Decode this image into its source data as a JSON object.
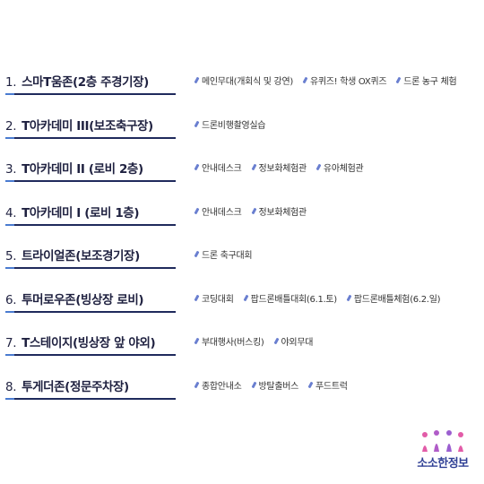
{
  "zones": [
    {
      "number": "1.",
      "title": "스마T움존(2층 주경기장)",
      "activities": [
        "메인무대(개회식 및 강연)",
        "유퀴즈! 학생 OX퀴즈",
        "드론 농구 체험"
      ]
    },
    {
      "number": "2.",
      "title": "T아카데미 III(보조축구장)",
      "activities": [
        "드론비행촬영실습"
      ]
    },
    {
      "number": "3.",
      "title": "T아카데미 II (로비 2층)",
      "activities": [
        "안내데스크",
        "정보화체험관",
        "유아체험관"
      ]
    },
    {
      "number": "4.",
      "title": "T아카데미 I (로비 1층)",
      "activities": [
        "안내데스크",
        "정보화체험관"
      ]
    },
    {
      "number": "5.",
      "title": "트라이얼존(보조경기장)",
      "activities": [
        "드론 축구대회"
      ]
    },
    {
      "number": "6.",
      "title": "투머로우존(빙상장 로비)",
      "activities": [
        "코딩대회",
        "팝드론배틀대회(6.1.토)",
        "팝드론배틀체험(6.2.일)"
      ]
    },
    {
      "number": "7.",
      "title": "T스테이지(빙상장 앞 야외)",
      "activities": [
        "부대행사(버스킹)",
        "야외무대"
      ]
    },
    {
      "number": "8.",
      "title": "투게더존(정문주차장)",
      "activities": [
        "종합안내소",
        "방탈출버스",
        "푸드트럭"
      ]
    }
  ],
  "logo": {
    "text": "소소한정보",
    "colors": [
      "#e25ca8",
      "#9b5fd0",
      "#6d7fe0"
    ]
  },
  "colors": {
    "title": "#1f2140",
    "underline": "#1f2a5c",
    "accent": "#4a7bd0",
    "pencil": "#6a7fd0"
  }
}
